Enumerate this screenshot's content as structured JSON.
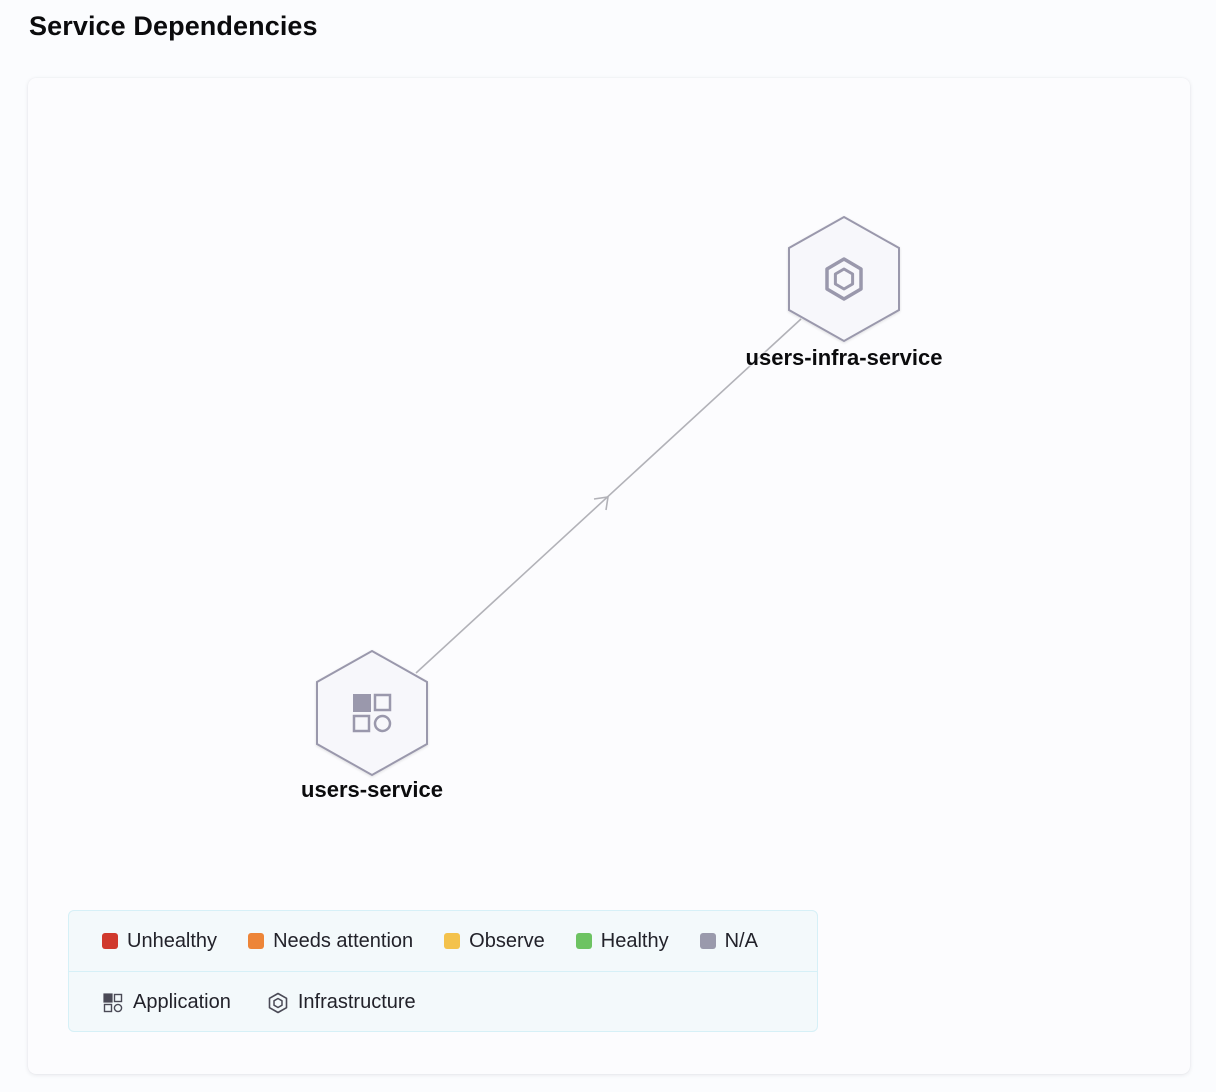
{
  "header": {
    "title": "Service Dependencies"
  },
  "graph": {
    "nodes": [
      {
        "id": "users-infra-service",
        "label": "users-infra-service",
        "type": "infrastructure",
        "icon": "infrastructure-hexagon-icon",
        "status": "N/A"
      },
      {
        "id": "users-service",
        "label": "users-service",
        "type": "application",
        "icon": "application-grid-icon",
        "status": "N/A"
      }
    ],
    "edges": [
      {
        "from": "users-service",
        "to": "users-infra-service"
      }
    ]
  },
  "legend": {
    "status": [
      {
        "label": "Unhealthy",
        "color": "#d0392d"
      },
      {
        "label": "Needs attention",
        "color": "#ed8538"
      },
      {
        "label": "Observe",
        "color": "#f3c24c"
      },
      {
        "label": "Healthy",
        "color": "#6dc362"
      },
      {
        "label": "N/A",
        "color": "#9a9aac"
      }
    ],
    "types": [
      {
        "label": "Application",
        "icon": "application-grid-icon"
      },
      {
        "label": "Infrastructure",
        "icon": "infrastructure-hexagon-icon"
      }
    ]
  },
  "colors": {
    "node_stroke": "#9a98ac",
    "node_fill": "#f7f7fb",
    "edge": "#b2b2b8",
    "icon": "#9a98ac"
  }
}
